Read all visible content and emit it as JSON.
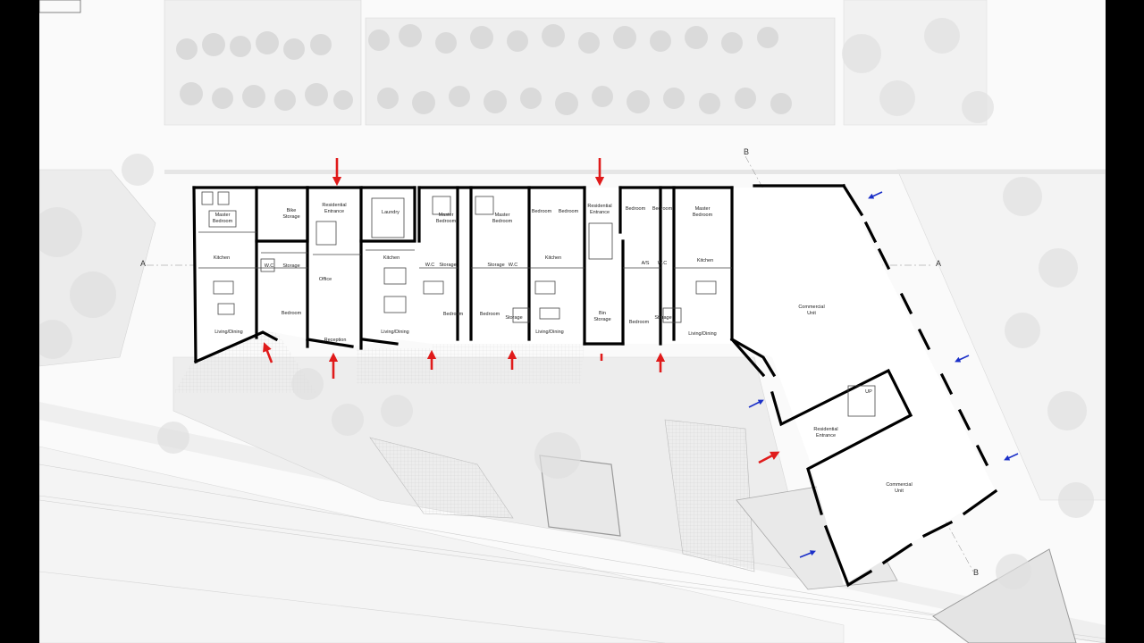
{
  "plan": {
    "section_markers": {
      "a_left": "A",
      "a_right": "A",
      "b_top": "B",
      "b_bottom": "B"
    },
    "rooms": {
      "u1_master": [
        "Master",
        "Bedroom"
      ],
      "u1_kitchen": "Kitchen",
      "u1_wc": "W.C",
      "u1_bedroom": "Bedroom",
      "u1_living": "Living/Dining",
      "bike": [
        "Bike",
        "Storage"
      ],
      "storage_a": "Storage",
      "res_entrance_1": [
        "Residential",
        "Entrance"
      ],
      "office": "Office",
      "reception": "Reception",
      "laundry": "Laundry",
      "u2_kitchen": "Kitchen",
      "u2_wc": "W.C",
      "u2_storage": "Storage",
      "u2_living": "Living/Dining",
      "u2_bedroom": "Bedroom",
      "u2_master": [
        "Master",
        "Bedroom"
      ],
      "u3_master": [
        "Master",
        "Bedroom"
      ],
      "u3_storage": "Storage",
      "u3_wc": "W.C",
      "u3_bedroom": "Bedroom",
      "u3_storage2": "Storage",
      "u4_bedroom1": "Bedroom",
      "u4_bedroom2": "Bedroom",
      "u4_kitchen": "Kitchen",
      "u4_living": "Living/Dining",
      "res_entrance_2": [
        "Residential",
        "Entrance"
      ],
      "bin": [
        "Bin",
        "Storage"
      ],
      "u5_bedroom_a": "Bedroom",
      "u5_bedroom_b": "Bedroom",
      "u5_as": "A/S",
      "u5_wc": "W.C",
      "u5_bedroom_c": "Bedroom",
      "u5_storage": "Storage",
      "u6_master": [
        "Master",
        "Bedroom"
      ],
      "u6_kitchen": "Kitchen",
      "u6_living": "Living/Dining",
      "commercial_1": [
        "Commercial",
        "Unit"
      ],
      "res_entrance_3": [
        "Residential",
        "Entrance"
      ],
      "commercial_2": [
        "Commercial",
        "Unit"
      ],
      "stair_up": "UP"
    },
    "colors": {
      "entrance_arrow": "#e01b1b",
      "commercial_arrow": "#1a2fc8",
      "wall": "#000000",
      "tree": "#d3d3d3"
    }
  }
}
